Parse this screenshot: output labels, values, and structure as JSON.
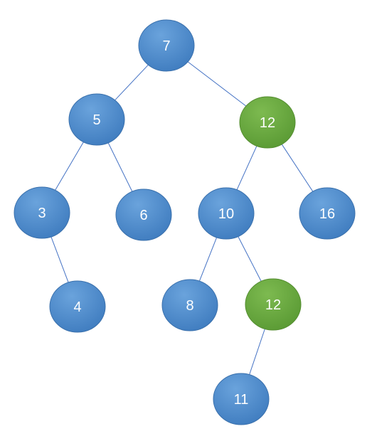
{
  "tree": {
    "nodes": [
      {
        "id": "n7",
        "label": "7",
        "color": "blue"
      },
      {
        "id": "n5",
        "label": "5",
        "color": "blue"
      },
      {
        "id": "n12a",
        "label": "12",
        "color": "green"
      },
      {
        "id": "n3",
        "label": "3",
        "color": "blue"
      },
      {
        "id": "n6",
        "label": "6",
        "color": "blue"
      },
      {
        "id": "n10",
        "label": "10",
        "color": "blue"
      },
      {
        "id": "n16",
        "label": "16",
        "color": "blue"
      },
      {
        "id": "n4",
        "label": "4",
        "color": "blue"
      },
      {
        "id": "n8",
        "label": "8",
        "color": "blue"
      },
      {
        "id": "n12b",
        "label": "12",
        "color": "green"
      },
      {
        "id": "n11",
        "label": "11",
        "color": "blue"
      }
    ],
    "edges": [
      {
        "from": "n7",
        "to": "n5"
      },
      {
        "from": "n7",
        "to": "n12a"
      },
      {
        "from": "n5",
        "to": "n3"
      },
      {
        "from": "n5",
        "to": "n6"
      },
      {
        "from": "n3",
        "to": "n4"
      },
      {
        "from": "n12a",
        "to": "n10"
      },
      {
        "from": "n12a",
        "to": "n16"
      },
      {
        "from": "n10",
        "to": "n8"
      },
      {
        "from": "n10",
        "to": "n12b"
      },
      {
        "from": "n12b",
        "to": "n11"
      }
    ]
  },
  "colors": {
    "blue": {
      "light": "#6aa3dc",
      "dark": "#3f7cbf",
      "stroke": "#3a70ac"
    },
    "green": {
      "light": "#7dba50",
      "dark": "#5a9a34",
      "stroke": "#548d30"
    },
    "edge": "#4472c4"
  }
}
